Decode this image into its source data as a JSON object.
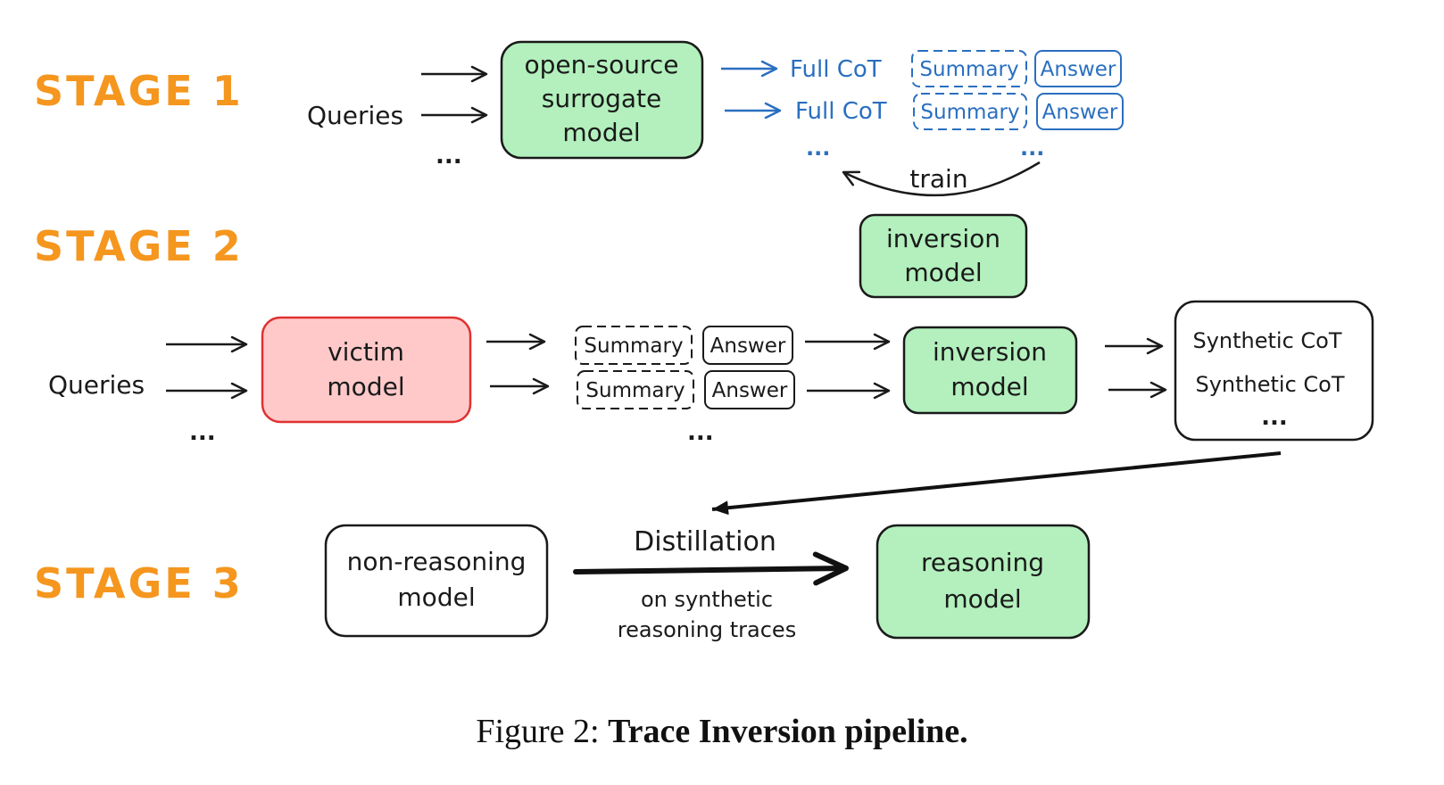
{
  "stages": [
    "STAGE 1",
    "STAGE 2",
    "STAGE 3"
  ],
  "stage1": {
    "input_label": "Queries",
    "ellipsis": "...",
    "surrogate_model": [
      "open-source",
      "surrogate",
      "model"
    ],
    "rows": [
      {
        "cot": "Full CoT",
        "summary": "Summary",
        "answer": "Answer"
      },
      {
        "cot": "Full CoT",
        "summary": "Summary",
        "answer": "Answer"
      }
    ],
    "train_label": "train"
  },
  "stage2": {
    "inversion_model_top": [
      "inversion",
      "model"
    ],
    "input_label": "Queries",
    "victim_model": [
      "victim",
      "model"
    ],
    "rows": [
      {
        "summary": "Summary",
        "answer": "Answer"
      },
      {
        "summary": "Summary",
        "answer": "Answer"
      }
    ],
    "inversion_model": [
      "inversion",
      "model"
    ],
    "synthetic": [
      "Synthetic CoT",
      "Synthetic CoT",
      "..."
    ]
  },
  "stage3": {
    "non_reasoning_model": [
      "non-reasoning",
      "model"
    ],
    "distill_label": "Distillation",
    "distill_sub": [
      "on synthetic",
      "reasoning traces"
    ],
    "reasoning_model": [
      "reasoning",
      "model"
    ]
  },
  "caption": {
    "prefix": "Figure 2:",
    "title": "Trace Inversion pipeline."
  },
  "colors": {
    "stage": "#f5961e",
    "green_fill": "#b3f0bd",
    "red_fill": "#ffc9c9",
    "red_stroke": "#e03131",
    "blue": "#2a6fc0"
  }
}
